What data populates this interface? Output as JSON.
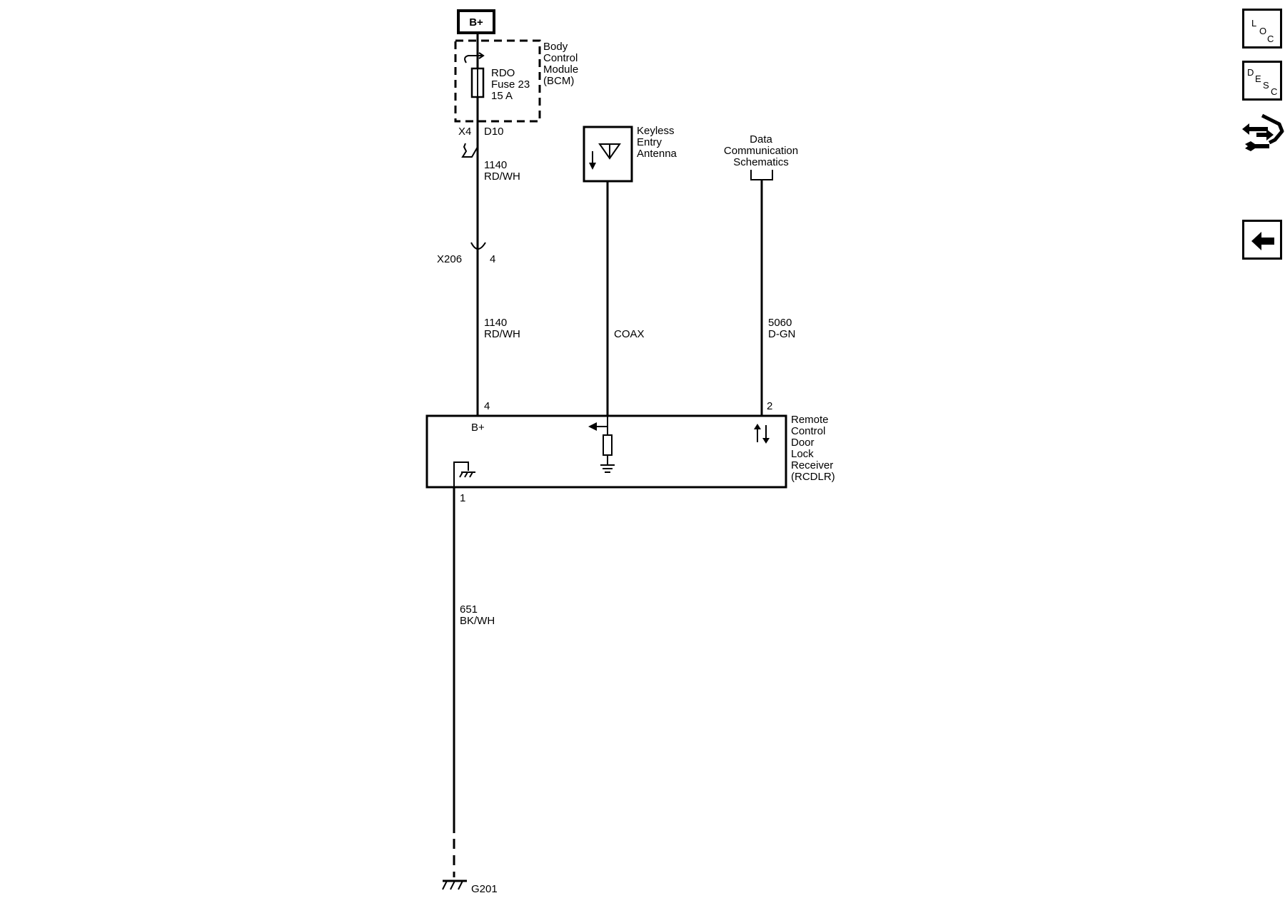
{
  "power": {
    "label": "B+"
  },
  "bcm": {
    "name_lines": [
      "Body",
      "Control",
      "Module",
      "(BCM)"
    ],
    "fuse_lines": [
      "RDO",
      "Fuse 23",
      "15 A"
    ],
    "connector": "X4",
    "pin": "D10"
  },
  "wires": {
    "seg1": {
      "circuit": "1140",
      "color": "RD/WH"
    },
    "seg2": {
      "circuit": "1140",
      "color": "RD/WH"
    },
    "coax": {
      "label": "COAX"
    },
    "data": {
      "circuit": "5060",
      "color": "D-GN"
    },
    "ground": {
      "circuit": "651",
      "color": "BK/WH"
    }
  },
  "inline_connector": {
    "name": "X206",
    "pin": "4"
  },
  "antenna": {
    "name_lines": [
      "Keyless",
      "Entry",
      "Antenna"
    ]
  },
  "data_comm": {
    "name_lines": [
      "Data",
      "Communication",
      "Schematics"
    ]
  },
  "receiver": {
    "name_lines": [
      "Remote",
      "Control",
      "Door",
      "Lock",
      "Receiver",
      "(RCDLR)"
    ],
    "pin_power": "4",
    "pin_data": "2",
    "pin_ground": "1",
    "power_label": "B+"
  },
  "ground_point": {
    "name": "G201"
  },
  "nav": {
    "loc": {
      "letters": [
        "L",
        "O",
        "C"
      ]
    },
    "desc": {
      "letters": [
        "D",
        "E",
        "S",
        "C"
      ]
    }
  }
}
